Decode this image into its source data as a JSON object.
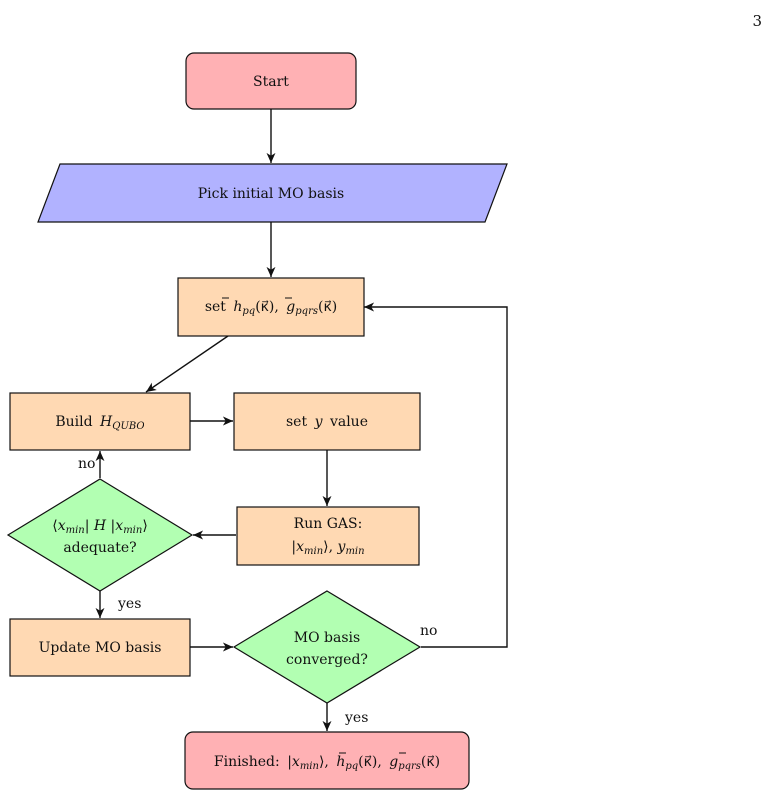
{
  "page": {
    "number": "3"
  },
  "colors": {
    "terminal": "#ffb1b4",
    "io": "#b1b2ff",
    "process": "#ffd9b3",
    "decision": "#b2ffb2",
    "stroke": "#111111"
  },
  "nodes": {
    "start": {
      "label": "Start"
    },
    "pick_basis": {
      "label": "Pick initial MO basis"
    },
    "set_params": {
      "label_prefix": "set",
      "h": "h",
      "h_sub": "pq",
      "kappa": "(κ⃗),",
      "g": "g",
      "g_sub": "pqrs",
      "kappa2": "(κ⃗)"
    },
    "build_hqubo": {
      "label_prefix": "Build",
      "H": "H",
      "H_sub": "QUBO"
    },
    "set_y": {
      "label_prefix": "set",
      "y": "y",
      "label_suffix": "value"
    },
    "run_gas": {
      "line1": "Run GAS:",
      "x": "x",
      "x_sub": "min",
      "y": "y",
      "y_sub": "min"
    },
    "adequate": {
      "H": "H",
      "x": "x",
      "x_sub": "min",
      "line2": "adequate?"
    },
    "update_basis": {
      "label": "Update MO basis"
    },
    "converged": {
      "line1": "MO basis",
      "line2": "converged?"
    },
    "finished": {
      "label_prefix": "Finished:",
      "x": "x",
      "x_sub": "min",
      "h": "h",
      "h_sub": "pq",
      "kappa": "(κ⃗),",
      "g": "g",
      "g_sub": "pqrs",
      "kappa2": "(κ⃗)"
    }
  },
  "edge_labels": {
    "adequate_no": "no",
    "adequate_yes": "yes",
    "converged_no": "no",
    "converged_yes": "yes"
  }
}
